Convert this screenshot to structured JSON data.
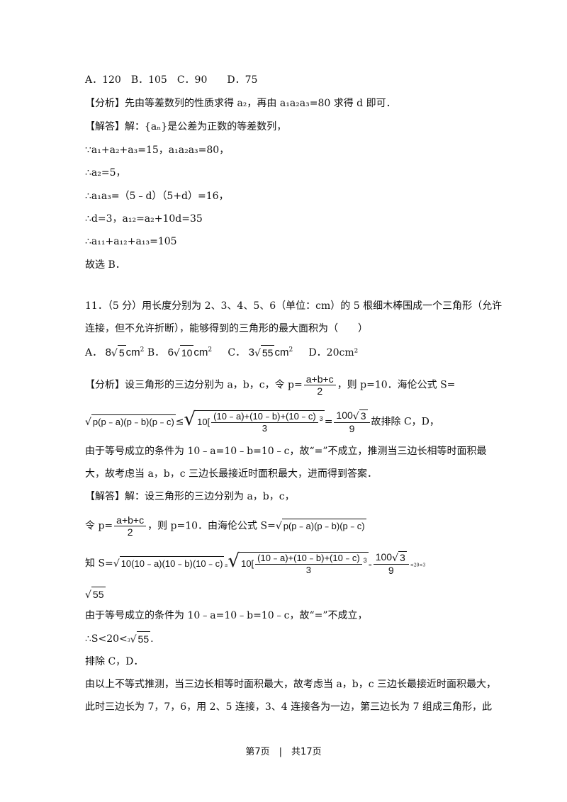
{
  "q10": {
    "options": "A．120　B．105　C．90　　D．75",
    "analysis_tag": "【分析】",
    "analysis": "先由等差数列的性质求得 a₂，再由 a₁a₂a₃=80 求得 d 即可．",
    "answer_tag": "【解答】",
    "answer_intro": "解：{aₙ}是公差为正数的等差数列，",
    "steps": [
      "∵a₁+a₂+a₃=15，a₁a₂a₃=80，",
      "∴a₂=5，",
      "∴a₁a₃=（5﹣d）（5+d）=16，",
      "∴d=3，a₁₂=a₂+10d=35",
      "∴a₁₁+a₁₂+a₁₃=105"
    ],
    "conclusion": "故选 B．"
  },
  "q11": {
    "stem_line1": "11．（5 分）用长度分别为 2、3、4、5、6（单位：cm）的 5 根细木棒围成一个三角形（允许",
    "stem_line2": "连接，但不允许折断），能够得到的三角形的最大面积为（　　）",
    "opt_a_label": "A．",
    "opt_a_coef": "8",
    "opt_a_rad": "5",
    "opt_b_label": "B．",
    "opt_b_coef": "6",
    "opt_b_rad": "10",
    "opt_c_label": "C．",
    "opt_c_coef": "3",
    "opt_c_rad": "55",
    "unit": "cm",
    "unit_exp": "2",
    "opt_d": "D．20cm²",
    "analysis_tag": "【分析】",
    "analysis_pre": "设三角形的三边分别为 a，b，c，令 p=",
    "frac_p_num": "a+b+c",
    "frac_p_den": "2",
    "analysis_post": "，则 p=10．海伦公式 S=",
    "heron_expr": "p(p﹣a)(p﹣b)(p﹣c)",
    "ineq_sign": "≤",
    "ineq_ten": "10[",
    "ineq_num": "(10﹣a)+(10﹣b)+(10﹣c)",
    "ineq_den": "3",
    "ineq_exp": "3",
    "eq_sign": "=",
    "res_num_coef": "100",
    "res_num_rad": "3",
    "res_den": "9",
    "exclude_text": "故排除 C，D，",
    "analysis_line3": "由于等号成立的条件为 10﹣a=10﹣b=10﹣c，故“=”不成立，推测当三边长相等时面积最",
    "analysis_line4": "大，故考虑当 a，b，c 三边长最接近时面积最大，进而得到答案．",
    "answer_tag": "【解答】",
    "answer_intro": "解：设三角形的三边分别为 a，b，c，",
    "ans_let": "令 p=",
    "ans_mid": "，则 p=10．由海伦公式 S=",
    "zhi": "知 S=",
    "zhi_rad": "10(10﹣a)(10﹣b)(10﹣c)",
    "tail_small": "<20<3",
    "sqrt55": "55",
    "eq_note": "由于等号成立的条件为 10﹣a=10﹣b=10﹣c，故“=”不成立，",
    "s_ineq_pre": "∴S<20<",
    "s_ineq_coef": "3",
    "s_ineq_end": ".",
    "exclude2": "排除 C，D．",
    "final1": "由以上不等式推测，当三边长相等时面积最大，故考虑当 a，b，c 三边长最接近时面积最大，",
    "final2": "此时三边长为 7，7，6，用 2、5 连接，3、4 连接各为一边，第三边长为 7 组成三角形，此"
  },
  "footer": "第7页　|　共17页"
}
